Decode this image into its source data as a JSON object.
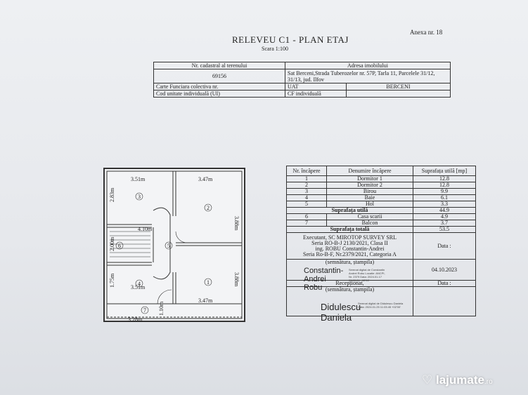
{
  "header": {
    "annex": "Anexa nr. 18",
    "title": "RELEVEU C1 - PLAN ETAJ",
    "scale": "Scara 1:100"
  },
  "info": {
    "cadastral_label": "Nr. cadastral al terenului",
    "cadastral_value": "69156",
    "address_label": "Adresa imobilului",
    "address_value": "Sat Berceni,Strada Tuberozelor nr. 57P, Tarla 11, Parcelele 31/12, 31/13, jud. Ilfov",
    "cf_label": "Carte Funciara colectiva nr.",
    "uat_label": "UAT",
    "uat_value": "BERCENI",
    "ui_label": "Cod unitate individuală (UI)",
    "cf_ind_label": "CF individuală"
  },
  "rooms_table": {
    "headers": [
      "Nr. încăpere",
      "Denumire încăpere",
      "Suprafața utilă [mp]"
    ],
    "rows": [
      [
        "1",
        "Dormitor 1",
        "12.8"
      ],
      [
        "2",
        "Dormitor 2",
        "12.8"
      ],
      [
        "3",
        "Birou",
        "9.9"
      ],
      [
        "4",
        "Baie",
        "6.1"
      ],
      [
        "5",
        "Hol",
        "3.3"
      ]
    ],
    "useful_label": "Suprafața utilă",
    "useful_value": "44.9",
    "extra_rows": [
      [
        "6",
        "Casa scarii",
        "4.9"
      ],
      [
        "7",
        "Balcon",
        "3.7"
      ]
    ],
    "total_label": "Suprafața totală",
    "total_value": "53.5",
    "executant": [
      "Executant, SC MIROTOP SURVEY SRL",
      "Seria RO-B-J 2130/2021, Clasa II",
      "ing. ROBU Constantin-Andrei",
      "Seria Ro-B-F, Nr.2379/2021, Categoria A"
    ],
    "data_label": "Data :",
    "sign_label": "(semnătura, ștampila)",
    "date_value": "04.10.2023",
    "receptionat": "Recepționat,",
    "sign_label2": "(semnătura, ștampila)",
    "data_label2": "Data :"
  },
  "signatures": {
    "sig1_big": "Constantin-Andrei Robu",
    "sig1_small": "Semnat digital de Constantin Andrei Robu Locatie: ANCPI, Nr. 2379 Data: 2024.01.17 08:53:26 +02'00'",
    "sig2_big": "Didulescu Daniela",
    "sig2_small": "Semnat digital de Didulescu Daniela Data: 2024.01.25 11:03:45 +02'00'"
  },
  "plan": {
    "dims": [
      "3.51m",
      "3.47m",
      "2.83m",
      "3.88m",
      "4.10m",
      "2.00m",
      "1.75m",
      "3.51m",
      "3.88m",
      "3.47m",
      "3.28m",
      "1.10m"
    ],
    "room_numbers": [
      "1",
      "2",
      "3",
      "4",
      "5",
      "6",
      "7"
    ]
  },
  "watermark": {
    "brand": "lajumate",
    "suffix": ".ro"
  }
}
